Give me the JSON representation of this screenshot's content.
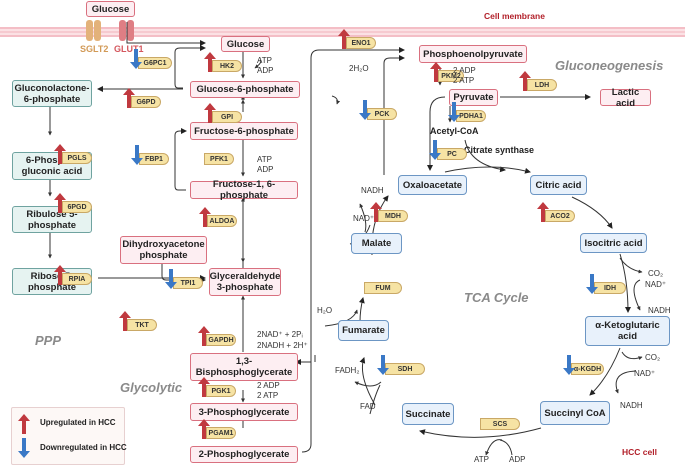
{
  "membrane": {
    "label": "Cell membrane",
    "color": "#f4b9c0",
    "transporters": [
      "SGLT2",
      "GLUT1"
    ],
    "transporter_colors": {
      "SGLT2": "#d9a25e",
      "GLUT1": "#d96a70"
    }
  },
  "cell_label": "HCC cell",
  "regions": {
    "ppp": "PPP",
    "glycolytic": "Glycolytic",
    "gluconeogenesis": "Gluconeogenesis",
    "tca": "TCA Cycle"
  },
  "metabolites": {
    "glucose_ext": "Glucose",
    "glucose": "Glucose",
    "g6p": "Glucose-6-phosphate",
    "f6p": "Fructose-6-phosphate",
    "f16bp": "Fructose-1, 6-phosphate",
    "dhap": "Dihydroxyacetone phosphate",
    "g3p": "Glyceraldehyde 3-phosphate",
    "bpg13": "1,3-Bisphosphoglycerate",
    "pg3": "3-Phosphoglycerate",
    "pg2": "2-Phosphoglycerate",
    "pep": "Phosphoenolpyruvate",
    "pyruvate": "Pyruvate",
    "lactic": "Lactic acid",
    "acetylcoa": "Acetyl-CoA",
    "gluconolactone": "Gluconolactone-6-phosphate",
    "pgluconic": "6-Phospho-gluconic acid",
    "ribulose": "Ribulose 5-phosphate",
    "ribose": "Ribose 5-phosphate",
    "oxaloacetate": "Oxaloacetate",
    "citric": "Citric acid",
    "isocitric": "Isocitric acid",
    "akg": "α-Ketoglutaric acid",
    "succinylcoa": "Succinyl CoA",
    "succinate": "Succinate",
    "fumarate": "Fumarate",
    "malate": "Malate"
  },
  "enzymes": [
    {
      "id": "G6PC1",
      "reg": "down"
    },
    {
      "id": "HK2",
      "reg": "up"
    },
    {
      "id": "G6PD",
      "reg": "up"
    },
    {
      "id": "GPI",
      "reg": "up"
    },
    {
      "id": "PGLS",
      "reg": "up"
    },
    {
      "id": "FBP1",
      "reg": "down"
    },
    {
      "id": "PFK1",
      "reg": "none"
    },
    {
      "id": "6PGD",
      "reg": "up"
    },
    {
      "id": "ALDOA",
      "reg": "up"
    },
    {
      "id": "RPIA",
      "reg": "up"
    },
    {
      "id": "TPI1",
      "reg": "down"
    },
    {
      "id": "TKT",
      "reg": "up"
    },
    {
      "id": "GAPDH",
      "reg": "up"
    },
    {
      "id": "PGK1",
      "reg": "up"
    },
    {
      "id": "PGAM1",
      "reg": "up"
    },
    {
      "id": "ENO1",
      "reg": "up"
    },
    {
      "id": "PKM2",
      "reg": "up"
    },
    {
      "id": "LDH",
      "reg": "up"
    },
    {
      "id": "PCK",
      "reg": "down"
    },
    {
      "id": "PDHA1",
      "reg": "down"
    },
    {
      "id": "PC",
      "reg": "down"
    },
    {
      "id": "MDH",
      "reg": "up"
    },
    {
      "id": "ACO2",
      "reg": "up"
    },
    {
      "id": "IDH",
      "reg": "down"
    },
    {
      "id": "FUM",
      "reg": "none"
    },
    {
      "id": "SDH",
      "reg": "down"
    },
    {
      "id": "α-KGDH",
      "reg": "down"
    },
    {
      "id": "SCS",
      "reg": "none"
    }
  ],
  "cofactors": {
    "hk_atp": "ATP",
    "hk_adp": "ADP",
    "pfk_atp": "ATP",
    "pfk_adp": "ADP",
    "gapdh_in": "2NAD⁺ + 2Pᵢ",
    "gapdh_out": "2NADH + 2H⁺",
    "pgk_in": "2 ADP",
    "pgk_out": "2 ATP",
    "pkm_in": "2 ADP",
    "pkm_out": "2 ATP",
    "eno_water": "2H₂O",
    "citrate_synthase": "Citrate synthase",
    "mdh_nadh": "NADH",
    "mdh_nad": "NAD⁺",
    "fum_water": "H₂O",
    "idh_co2": "CO₂",
    "idh_nad": "NAD⁺",
    "idh_nadh": "NADH",
    "akg_co2": "CO₂",
    "akg_nad": "NAD⁺",
    "akg_nadh": "NADH",
    "sdh_fadh2": "FADH₂",
    "sdh_fad": "FAD",
    "scs_atp": "ATP",
    "scs_adp": "ADP"
  },
  "legend": {
    "up": "Upregulated in HCC",
    "down": "Downregulated in HCC",
    "up_color": "#c0393f",
    "down_color": "#3a78c6"
  }
}
